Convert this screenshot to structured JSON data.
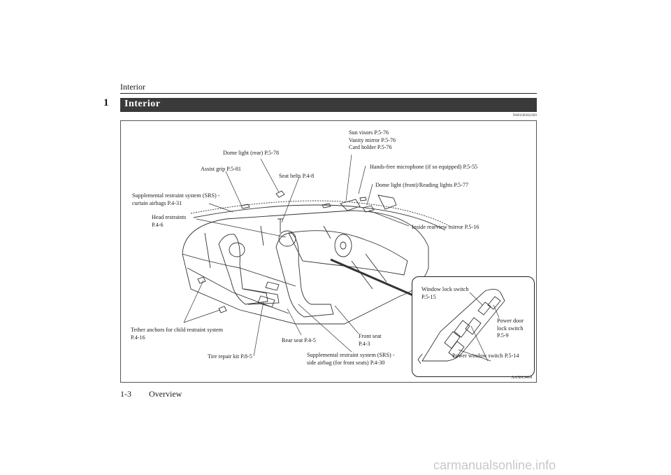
{
  "header": {
    "title": "Interior",
    "chapter_number": "1"
  },
  "section": {
    "title": "Interior",
    "doc_code": "N00100302369"
  },
  "figure": {
    "image_code": "AA5013414",
    "callouts": {
      "sun_visors": [
        "Sun visors P.5-76",
        "Vanity mirror P.5-76",
        "Card holder P.5-76"
      ],
      "dome_light_rear": "Dome light (rear) P.5-78",
      "handsfree_mic": "Hands-free microphone (if so equipped) P.5-55",
      "assist_grip": "Assist grip P.5-81",
      "seat_belts": "Seat belts P.4-8",
      "dome_light_front": "Dome light (front)/Reading lights P.5-77",
      "curtain_airbags": [
        "Supplemental restraint system (SRS) -",
        "curtain airbags P.4-31"
      ],
      "head_restraints": [
        "Head restraints",
        "P.4-6"
      ],
      "inside_mirror": "Inside rearview mirror P.5-16",
      "window_lock": [
        "Window lock switch",
        "P.5-15"
      ],
      "power_door_lock": [
        "Power door",
        "lock switch",
        "P.5-9"
      ],
      "tether_anchors": [
        "Tether anchors for child restraint system",
        "P.4-16"
      ],
      "front_seat": [
        "Front seat",
        "P.4-3"
      ],
      "rear_seat": "Rear seat P.4-5",
      "power_window": "Power window switch P.5-14",
      "tire_repair": "Tire repair kit P.8-5",
      "side_airbag": [
        "Supplemental restraint system (SRS) -",
        "side airbag (for front seats) P.4-30"
      ]
    }
  },
  "footer": {
    "page": "1-3",
    "section": "Overview"
  },
  "watermark": "carmanualsonline.info"
}
